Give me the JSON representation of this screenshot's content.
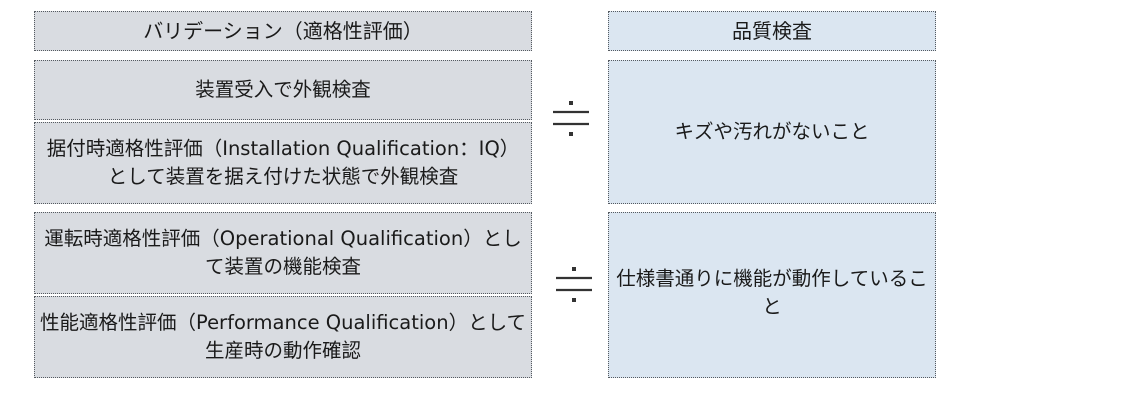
{
  "left": {
    "header": "バリデーション（適格性評価）",
    "items": [
      "装置受入で外観検査",
      "据付時適格性評価（Installation Qualification：IQ）として装置を据え付けた状態で外観検査",
      "運転時適格性評価（Operational Qualification）として装置の機能検査",
      "性能適格性評価（Performance Qualification）として生産時の動作確認"
    ]
  },
  "right": {
    "header": "品質検査",
    "items": [
      "キズや汚れがないこと",
      "仕様書通りに機能が動作していること"
    ]
  },
  "relation_symbol": "≒",
  "colors": {
    "left_fill": "#d9dce1",
    "right_fill": "#dbe6f1",
    "border": "#555a60"
  }
}
